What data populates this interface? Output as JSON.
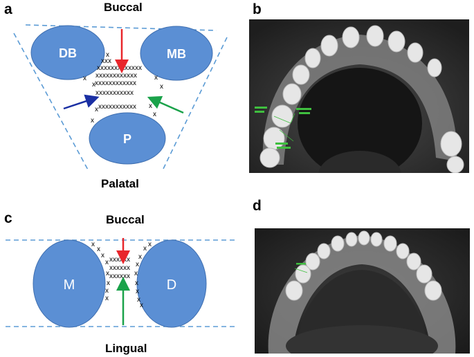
{
  "panels": {
    "a": {
      "letter": "a",
      "top_label": "Buccal",
      "bottom_label": "Palatal",
      "roots": [
        "DB",
        "MB",
        "P"
      ],
      "x_rows": [
        "xxx",
        "xxxxxxxxxxxxx",
        "xxxxxxxxxxxx",
        "xxxxxxxxxxxx",
        "xxxxxxxxxxx",
        "xxxxxxxxxxx"
      ],
      "arrow_colors": {
        "red": "#e8262b",
        "blue": "#1a2fa3",
        "green": "#1aa24a"
      }
    },
    "b": {
      "letter": "b"
    },
    "c": {
      "letter": "c",
      "top_label": "Buccal",
      "bottom_label": "Lingual",
      "roots": [
        "M",
        "D"
      ],
      "x_rows": [
        "xxxxxx",
        "xxxxxx",
        "xxxxxx"
      ],
      "arrow_colors": {
        "red": "#e8262b",
        "green": "#1aa24a"
      }
    },
    "d": {
      "letter": "d"
    }
  },
  "colors": {
    "root_fill": "#5b8fd4",
    "root_stroke": "#3f6fb0",
    "dashed_line": "#5b9bd5"
  }
}
